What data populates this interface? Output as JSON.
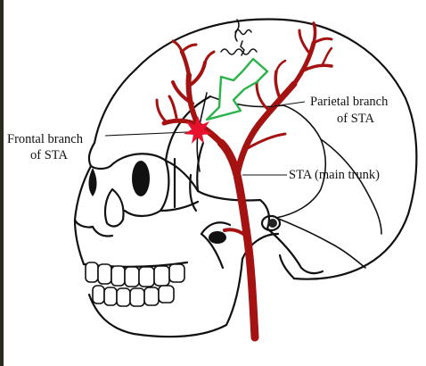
{
  "figure": {
    "labels": {
      "frontal_line1": "Frontal branch",
      "frontal_line2": "of STA",
      "parietal_line1": "Parietal branch",
      "parietal_line2": "of STA",
      "main_trunk": "STA (main trunk)"
    },
    "colors": {
      "artery": "#a51212",
      "outline": "#111111",
      "arrow": "#2ab34a",
      "star": "#e8112d",
      "background": "#ffffff"
    },
    "icons": [
      "skull-outline",
      "artery-tree",
      "green-arrow-icon",
      "red-star-icon"
    ]
  }
}
